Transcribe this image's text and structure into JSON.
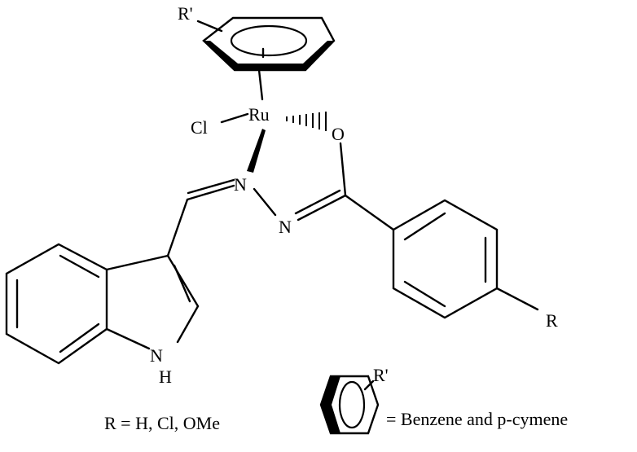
{
  "structure": {
    "atoms": {
      "r_prime_top": "R'",
      "ruthenium": "Ru",
      "chlorine": "Cl",
      "oxygen": "O",
      "nitrogen_imine": "N",
      "nitrogen_azole": "N",
      "nitrogen_indole": "N",
      "hydrogen_indole": "H",
      "r_para": "R"
    }
  },
  "legend": {
    "r_definition": "R = H, Cl, OMe",
    "r_prime_small": "R'",
    "arene_definition": "= Benzene and p-cymene"
  },
  "colors": {
    "ink": "#000000",
    "background": "#ffffff"
  }
}
